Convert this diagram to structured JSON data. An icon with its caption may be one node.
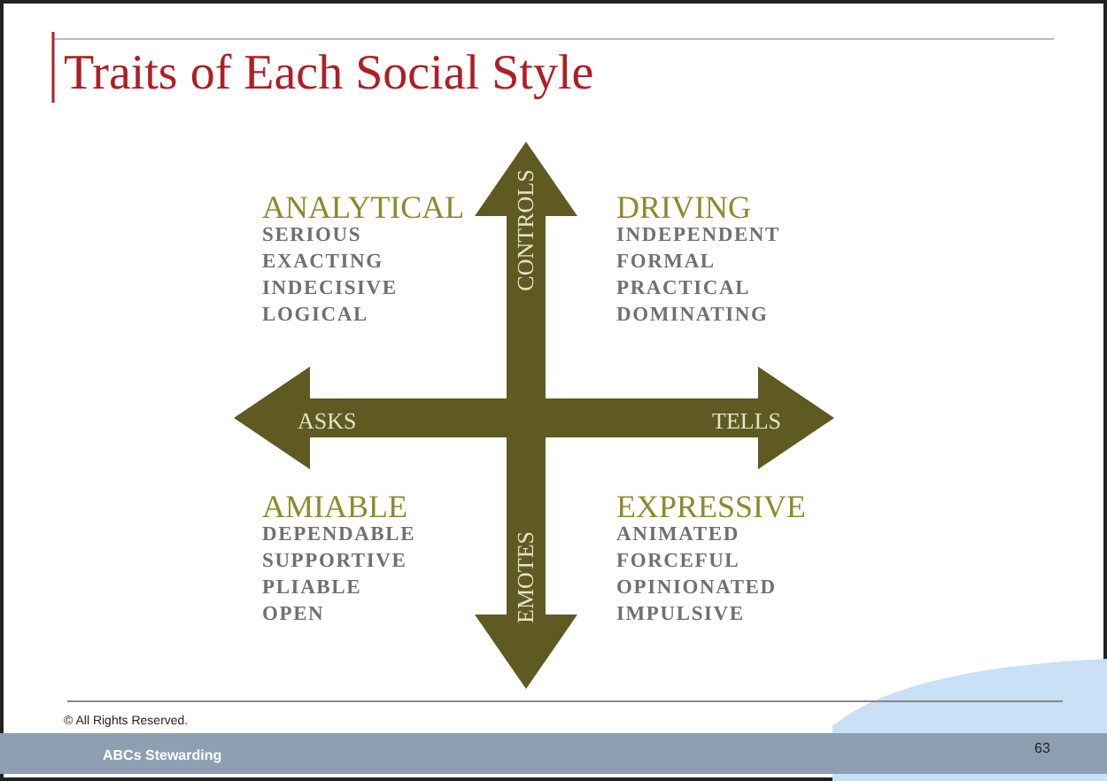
{
  "diagram": {
    "title": "Traits of Each Social Style",
    "labels": [
      "ANALYTICAL",
      "SERIOUS",
      "EXACTING",
      "INDECISIVE",
      "LOGICAL",
      "CONTROLS",
      "DRIVING",
      "INDEPENDENT",
      "FORMAL",
      "PRACTICAL",
      "DOMINATING",
      "ASKS",
      "TELLS",
      "AMIABLE",
      "DEPENDABLE",
      "SUPPORTIVE",
      "PLIABLE",
      "OPEN",
      "EMOTES",
      "EXPRESSIVE",
      "ANIMATED",
      "FORCEFUL",
      "OPINIONATED",
      "IMPULSIVE",
      "© All Rights Reserved.",
      "ABCs Stewarding",
      "63"
    ]
  }
}
